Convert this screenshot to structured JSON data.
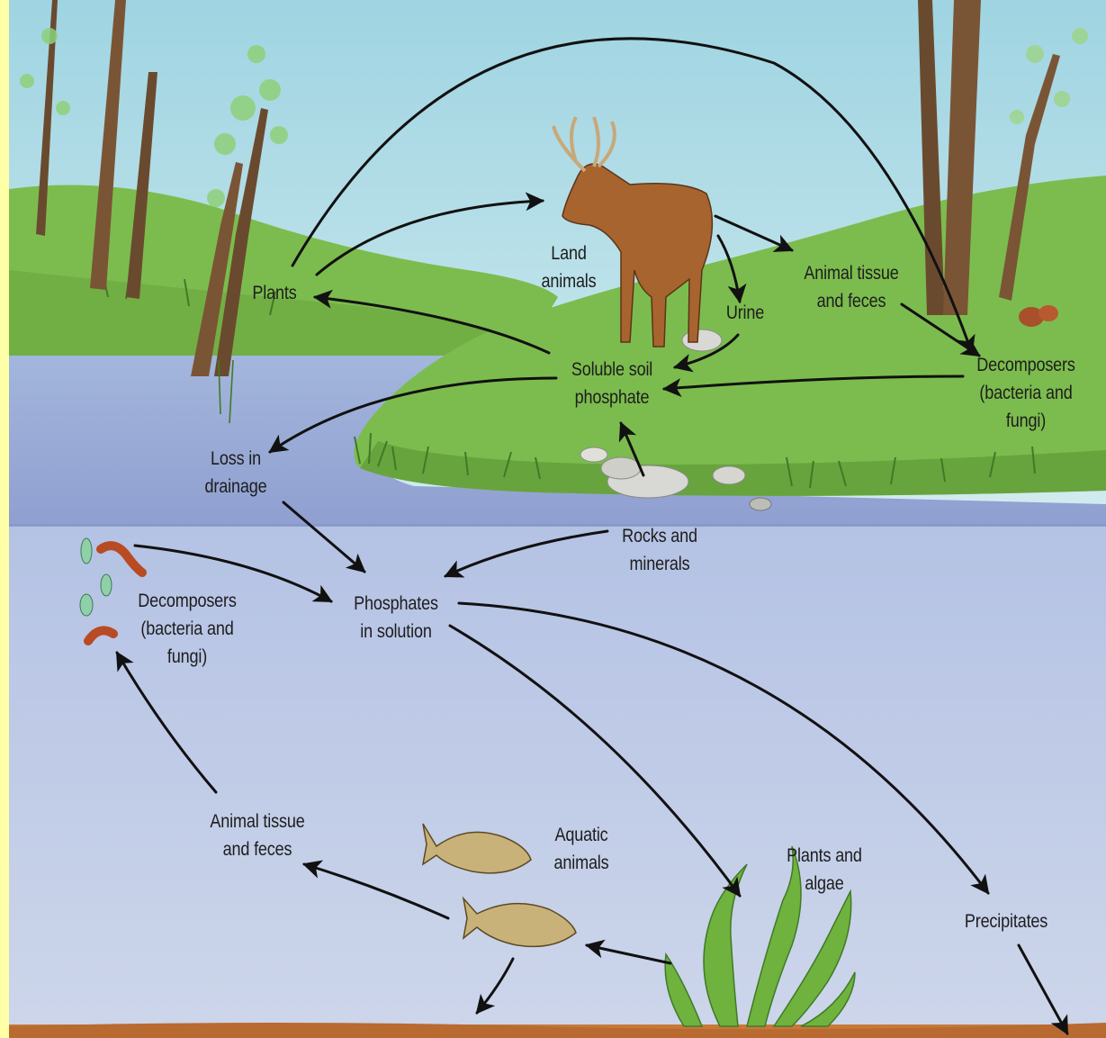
{
  "labels": {
    "plants": [
      "Plants"
    ],
    "land_animals": [
      "Land",
      "animals"
    ],
    "animal_tissue_land": [
      "Animal tissue",
      "and feces"
    ],
    "urine": [
      "Urine"
    ],
    "decomposers_land": [
      "Decomposers",
      "(bacteria and",
      "fungi)"
    ],
    "soluble_soil_phosphate": [
      "Soluble soil",
      "phosphate"
    ],
    "loss_in_drainage": [
      "Loss in",
      "drainage"
    ],
    "rocks_and_minerals": [
      "Rocks and",
      "minerals"
    ],
    "decomposers_water": [
      "Decomposers",
      "(bacteria and",
      "fungi)"
    ],
    "phosphates_in_solution": [
      "Phosphates",
      "in solution"
    ],
    "animal_tissue_water": [
      "Animal tissue",
      "and feces"
    ],
    "aquatic_animals": [
      "Aquatic",
      "animals"
    ],
    "plants_and_algae": [
      "Plants and",
      "algae"
    ],
    "precipitates": [
      "Precipitates"
    ]
  },
  "colors": {
    "border": "#ffffa8",
    "sky": "#b3dde6",
    "grass": "#7cbc4e",
    "pond": "#9eaed8",
    "deep_water": "#c2cde6",
    "sediment": "#c8783a",
    "arrow": "#111111"
  }
}
